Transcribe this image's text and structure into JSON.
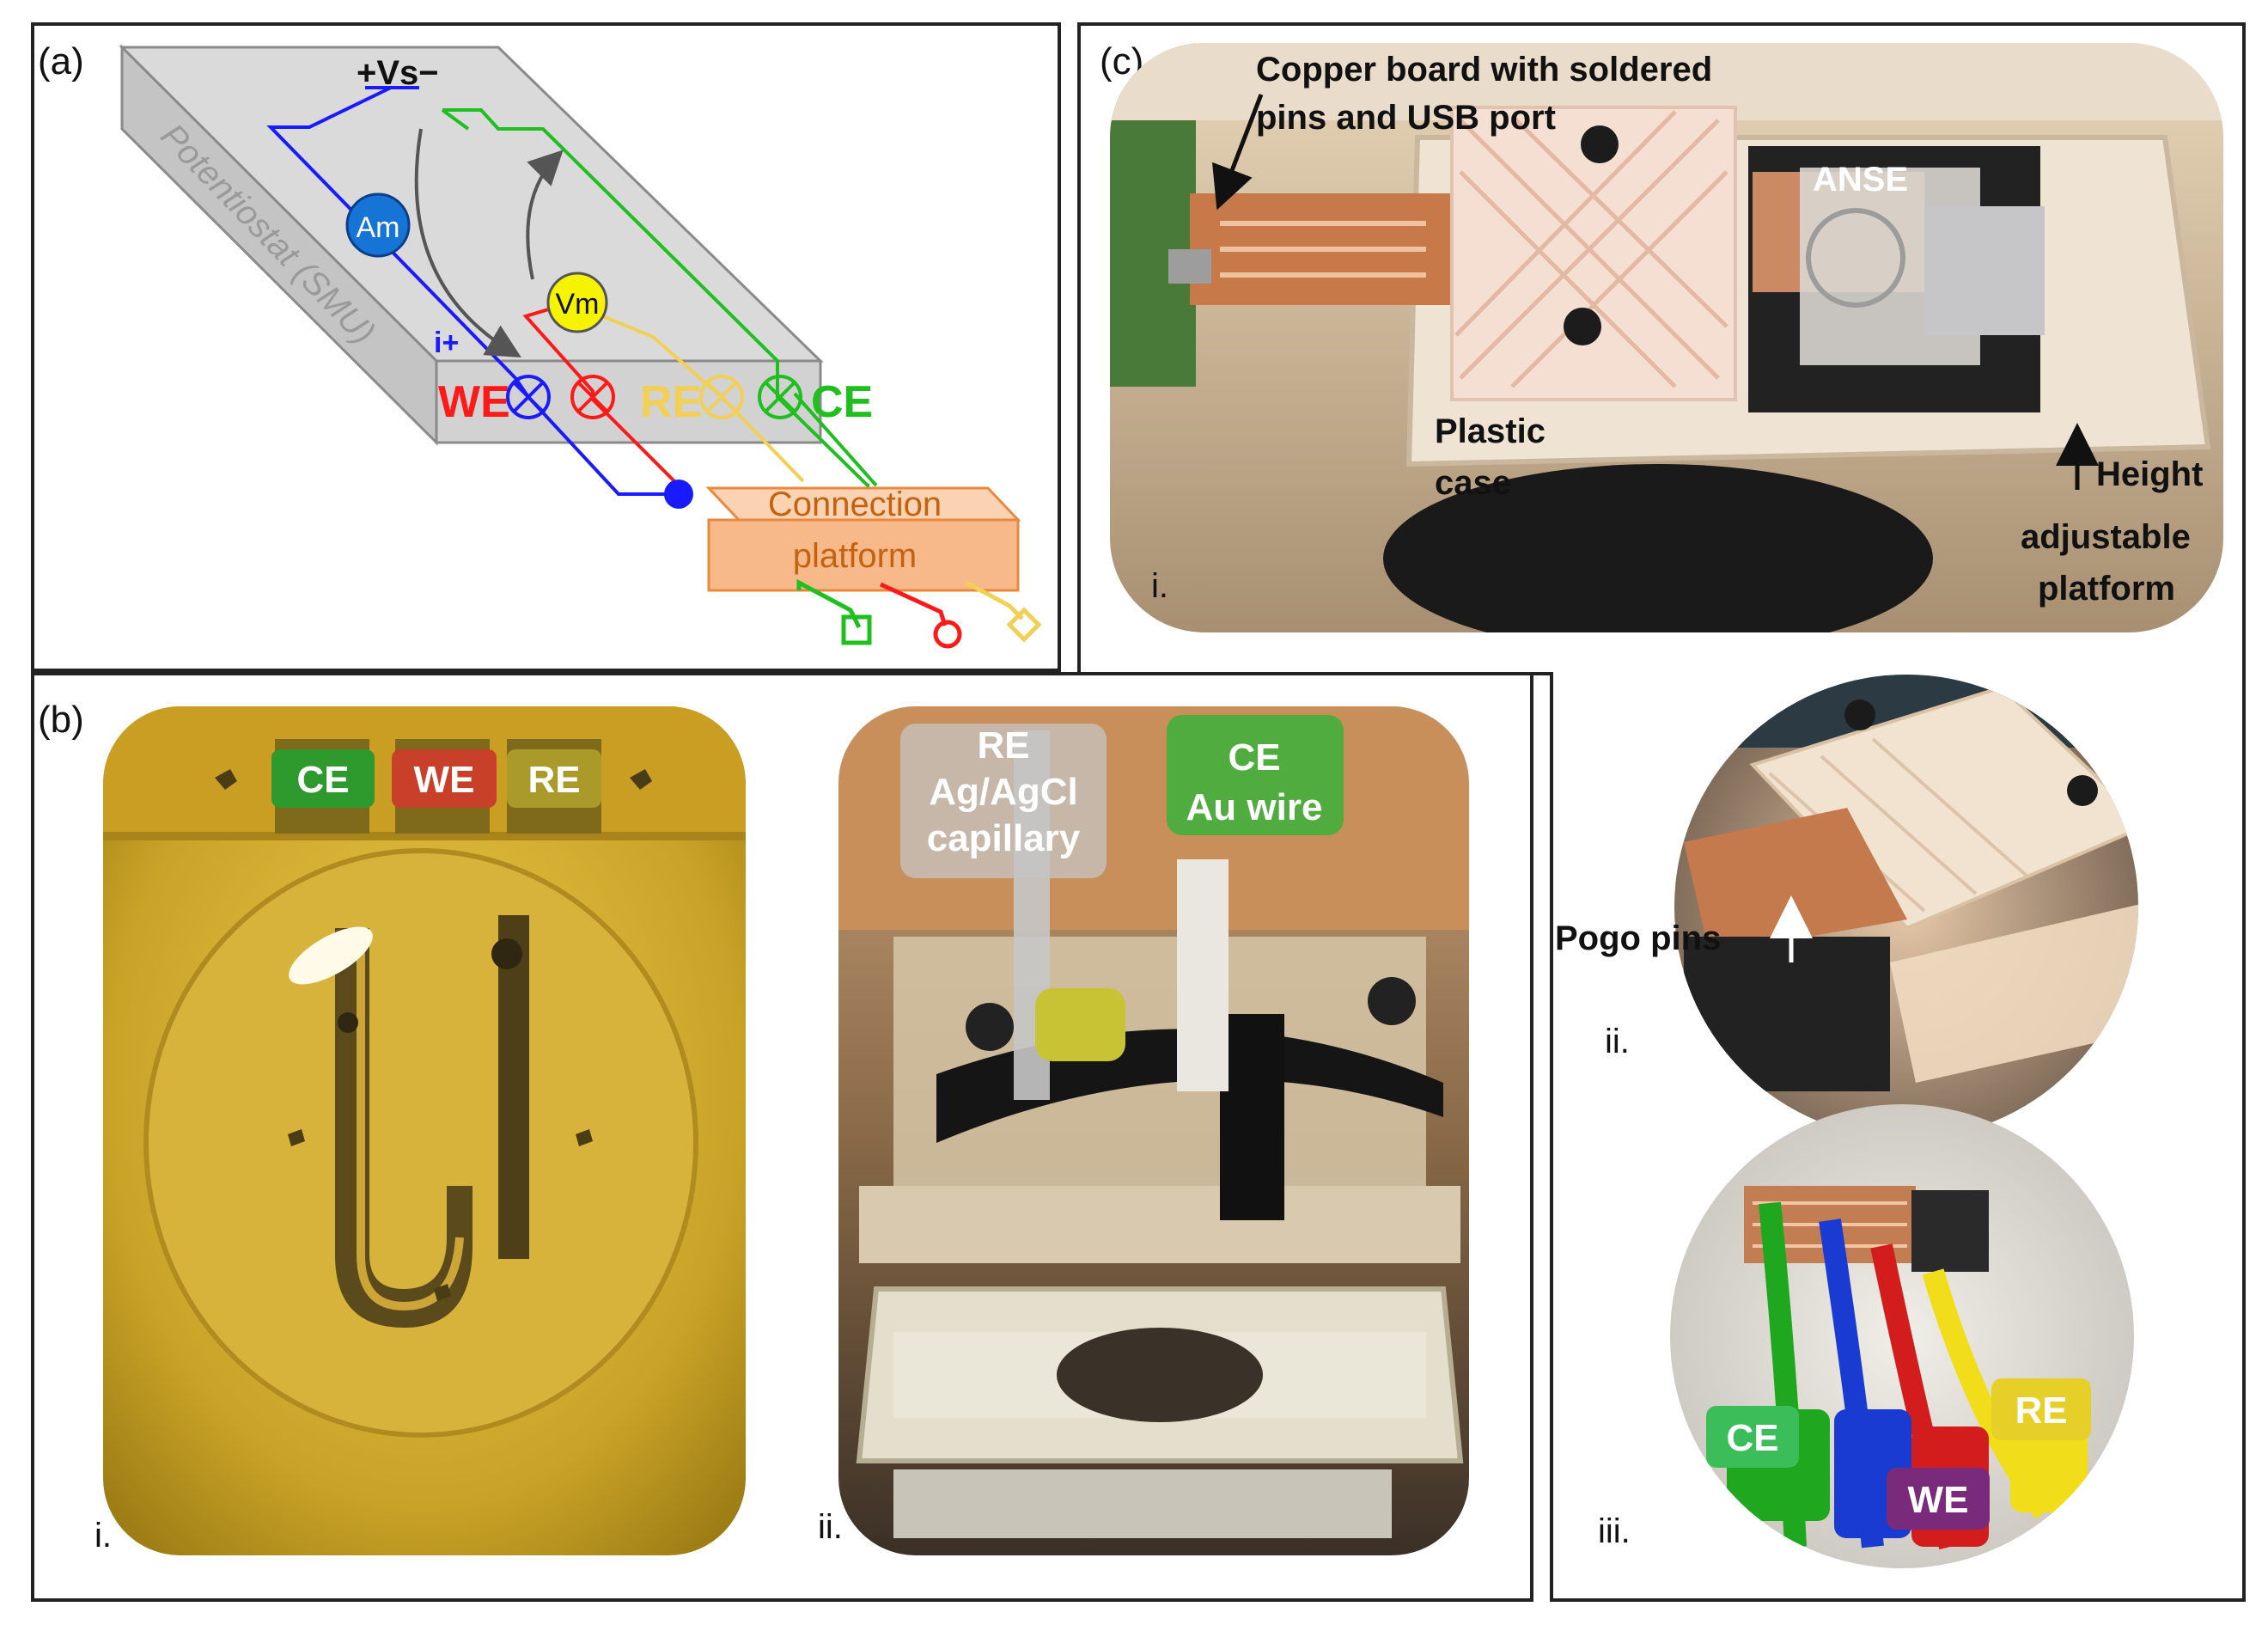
{
  "panel_a": {
    "label": "(a)",
    "supply": "+Vs−",
    "device": "Potentiostat (SMU)",
    "ammeter": "Am",
    "voltmeter": "Vm",
    "current": "i+",
    "terminals": {
      "we": "WE",
      "re": "RE",
      "ce": "CE"
    },
    "platform_line1": "Connection",
    "platform_line2": "platform",
    "colors": {
      "we": "#1a1aff",
      "re_vm": "#ff1a1a",
      "re": "#f2cf55",
      "ce": "#1fbf1f",
      "platform": "#f7b98a",
      "platform_text": "#c4620f"
    }
  },
  "panel_b": {
    "label": "(b)",
    "i": {
      "sub": "i.",
      "tags": {
        "ce": "CE",
        "we": "WE",
        "re": "RE"
      }
    },
    "ii": {
      "sub": "ii.",
      "re_line1": "RE",
      "re_line2": "Ag/AgCl",
      "re_line3": "capillary",
      "ce_line1": "CE",
      "ce_line2": "Au wire"
    }
  },
  "panel_c": {
    "label": "(c)",
    "i": {
      "sub": "i.",
      "copper_line1": "Copper board with soldered",
      "copper_line2": "pins and USB port",
      "anse": "ANSE",
      "case_line1": "Plastic",
      "case_line2": "case",
      "height_line1": "Height",
      "height_line2": "adjustable",
      "height_line3": "platform"
    },
    "ii": {
      "sub": "ii.",
      "pogo": "Pogo pins"
    },
    "iii": {
      "sub": "iii.",
      "tags": {
        "ce": "CE",
        "we": "WE",
        "re": "RE"
      }
    }
  }
}
